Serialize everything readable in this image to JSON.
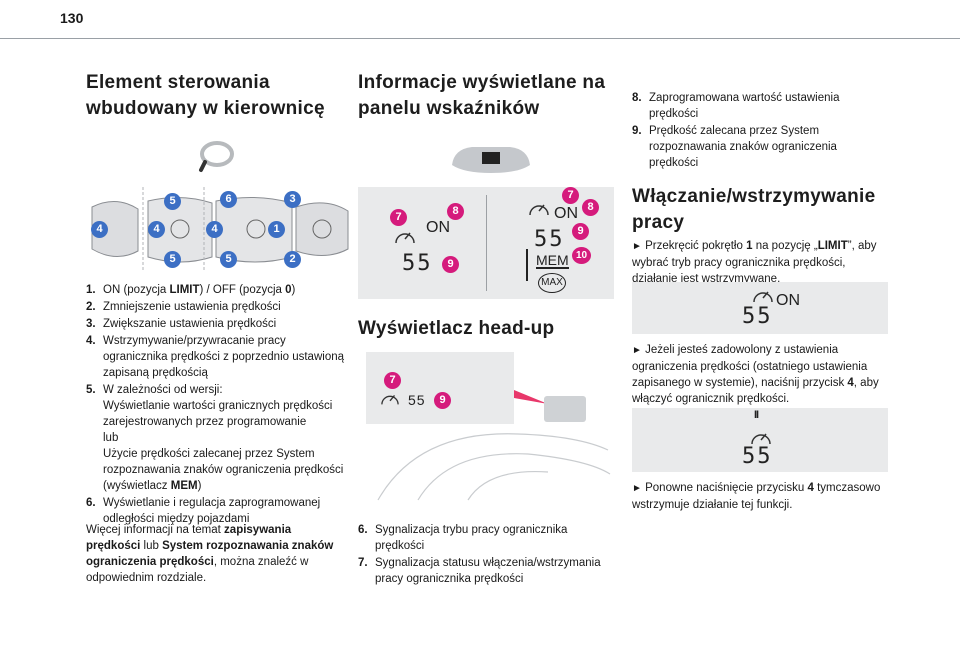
{
  "page": {
    "number": "130"
  },
  "col1": {
    "heading": "Element sterowania wbudowany w kierownicę",
    "items": [
      {
        "num": "1.",
        "text_html": "ON (pozycja <b>LIMIT</b>) / OFF (pozycja <b>0</b>)"
      },
      {
        "num": "2.",
        "text_html": "Zmniejszenie ustawienia prędkości"
      },
      {
        "num": "3.",
        "text_html": "Zwiększanie ustawienia prędkości"
      },
      {
        "num": "4.",
        "text_html": "Wstrzymywanie/przywracanie pracy ogranicznika prędkości z poprzednio ustawioną zapisaną prędkością"
      },
      {
        "num": "5.",
        "text_html": "W zależności od wersji:<span class=\"sub\">Wyświetlanie wartości granicznych prędkości zarejestrowanych przez programowanie</span><span class=\"sub\">lub</span><span class=\"sub\">Użycie prędkości zalecanej przez System rozpoznawania znaków ograniczenia prędkości (wyświetlacz <b>MEM</b>)</span>"
      },
      {
        "num": "6.",
        "text_html": "Wyświetlanie i regulacja zaprogramowanej odległości między pojazdami"
      }
    ],
    "note_html": "Więcej informacji na temat <b>zapisywania prędkości</b> lub <b>System rozpoznawania znaków ograniczenia prędkości</b>, można znaleźć w odpowiednim rozdziale.",
    "figure_badges": [
      "5",
      "6",
      "3",
      "4",
      "4",
      "4",
      "1",
      "5",
      "5",
      "2"
    ]
  },
  "col2": {
    "heading1": "Informacje wyświetlane na panelu wskaźników",
    "heading2": "Wyświetlacz head-up",
    "panel": {
      "on_label": "ON",
      "mem_label": "MEM",
      "max_label": "MAX",
      "dashes": "55"
    },
    "hud": {
      "dashes": "55"
    },
    "items": [
      {
        "num": "6.",
        "text_html": "Sygnalizacja trybu pracy ogranicznika prędkości"
      },
      {
        "num": "7.",
        "text_html": "Sygnalizacja statusu włączenia/wstrzymania pracy ogranicznika prędkości"
      }
    ],
    "badges": [
      "7",
      "8",
      "9",
      "7",
      "8",
      "9",
      "10",
      "7",
      "9"
    ]
  },
  "col3": {
    "items": [
      {
        "num": "8.",
        "text_html": "Zaprogramowana wartość ustawienia prędkości"
      },
      {
        "num": "9.",
        "text_html": "Prędkość zalecana przez System rozpoznawania znaków ograniczenia prędkości"
      }
    ],
    "heading": "Włączanie/wstrzymywanie pracy",
    "step1_html": "<span class=\"bullet\">►</span> Przekręcić pokrętło <b>1</b> na pozycję „<b>LIMIT</b>”, aby wybrać tryb pracy ogranicznika prędkości, działanie jest wstrzymywane.",
    "step2_html": "<span class=\"bullet\">►</span> Jeżeli jesteś zadowolony z ustawienia ograniczenia prędkości (ostatniego ustawienia zapisanego w systemie), naciśnij przycisk <b>4</b>, aby włączyć ogranicznik prędkości.",
    "step3_html": "<span class=\"bullet\">►</span> Ponowne naciśnięcie przycisku <b>4</b> tymczasowo wstrzymuje działanie tej funkcji.",
    "fig1": {
      "on_label": "ON",
      "dashes": "55"
    },
    "fig2": {
      "pause_label": "II",
      "dashes": "55"
    }
  },
  "colors": {
    "badge_magenta": "#d51b7c",
    "badge_blue": "#3c6fc4",
    "figure_bg": "#e9eaeb"
  }
}
